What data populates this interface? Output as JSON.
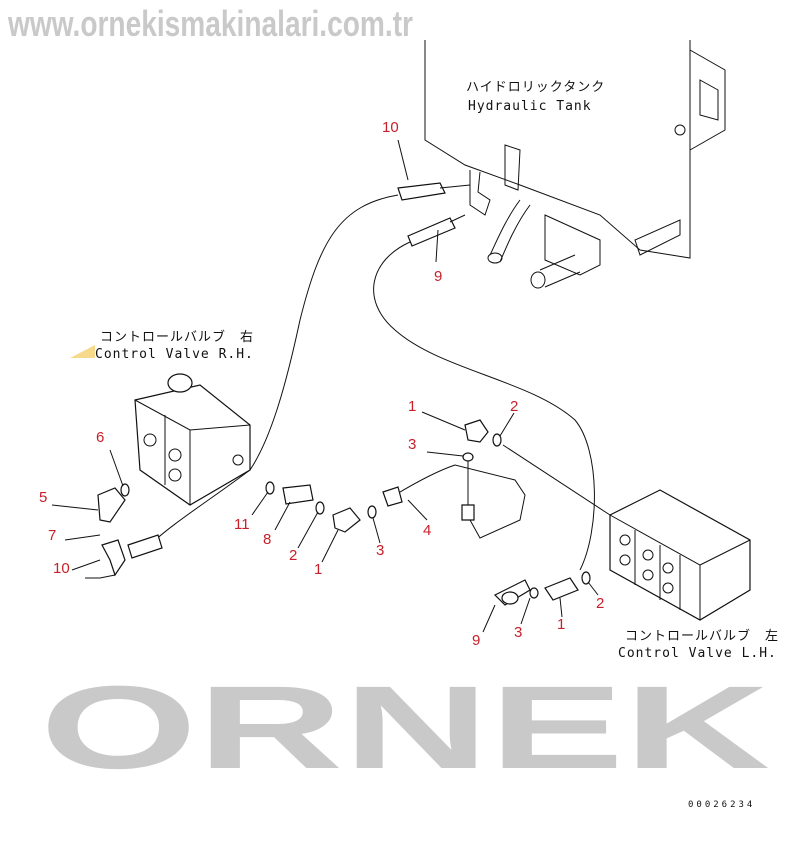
{
  "watermark": {
    "brand": "ORNEK",
    "url": "www.ornekismakinalari.com.tr"
  },
  "tank": {
    "label_jp": "ハイドロリックタンク",
    "label_en": "Hydraulic Tank"
  },
  "valve_rh": {
    "label_jp": "コントロールバルブ　右",
    "label_en": "Control Valve R.H."
  },
  "valve_lh": {
    "label_jp": "コントロールバルブ　左",
    "label_en": "Control Valve L.H."
  },
  "callouts": {
    "tank_hose_10": "10",
    "tank_hose_9": "9",
    "mid_1": "1",
    "mid_2": "2",
    "mid_3": "3",
    "rh_6": "6",
    "rh_5": "5",
    "rh_7": "7",
    "rh_10": "10",
    "rh_11": "11",
    "rh_8": "8",
    "rh_2": "2",
    "rh_1": "1",
    "rh_3": "3",
    "rh_4": "4",
    "lh_9": "9",
    "lh_3": "3",
    "lh_1": "1",
    "lh_2": "2"
  },
  "drawing_number": "00026234",
  "colors": {
    "callout": "#c8202a",
    "watermark": "#c9c9c9"
  }
}
